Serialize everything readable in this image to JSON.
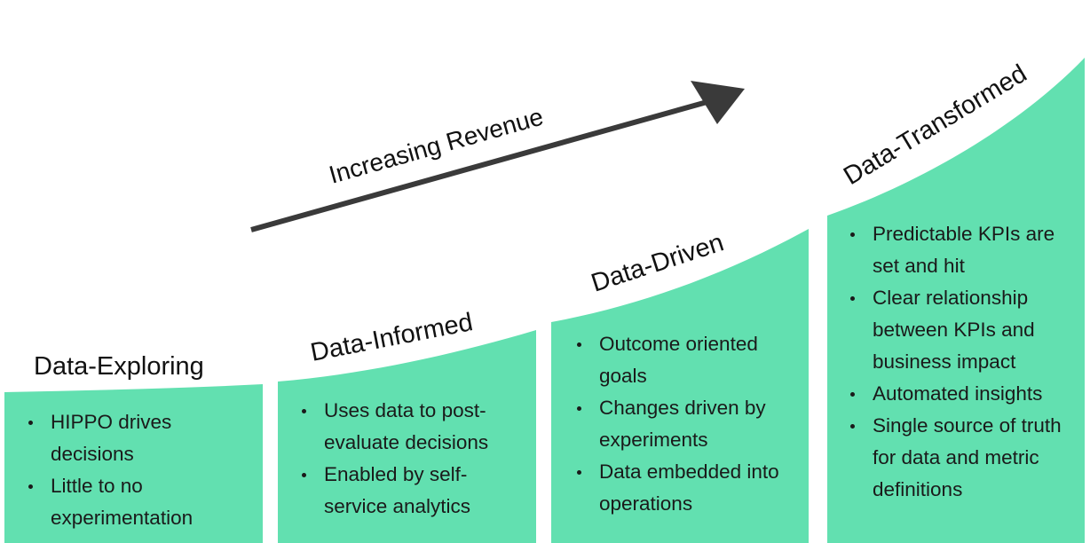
{
  "arrow": {
    "label": "Increasing Revenue"
  },
  "stages": [
    {
      "title": "Data-Exploring",
      "bullets": [
        "HIPPO drives decisions",
        "Little to no experimentation"
      ]
    },
    {
      "title": "Data-Informed",
      "bullets": [
        "Uses data to post-evaluate decisions",
        "Enabled by self-service analytics"
      ]
    },
    {
      "title": "Data-Driven",
      "bullets": [
        "Outcome oriented goals",
        "Changes driven by experiments",
        "Data embedded into operations"
      ]
    },
    {
      "title": "Data-Transformed",
      "bullets": [
        "Predictable KPIs are set and hit",
        "Clear relationship between KPIs and business impact",
        "Automated insights",
        "Single source of truth for data and metric definitions"
      ]
    }
  ],
  "colors": {
    "panel": "#62e0b0",
    "arrow": "#3a3a3a",
    "text": "#111111"
  }
}
